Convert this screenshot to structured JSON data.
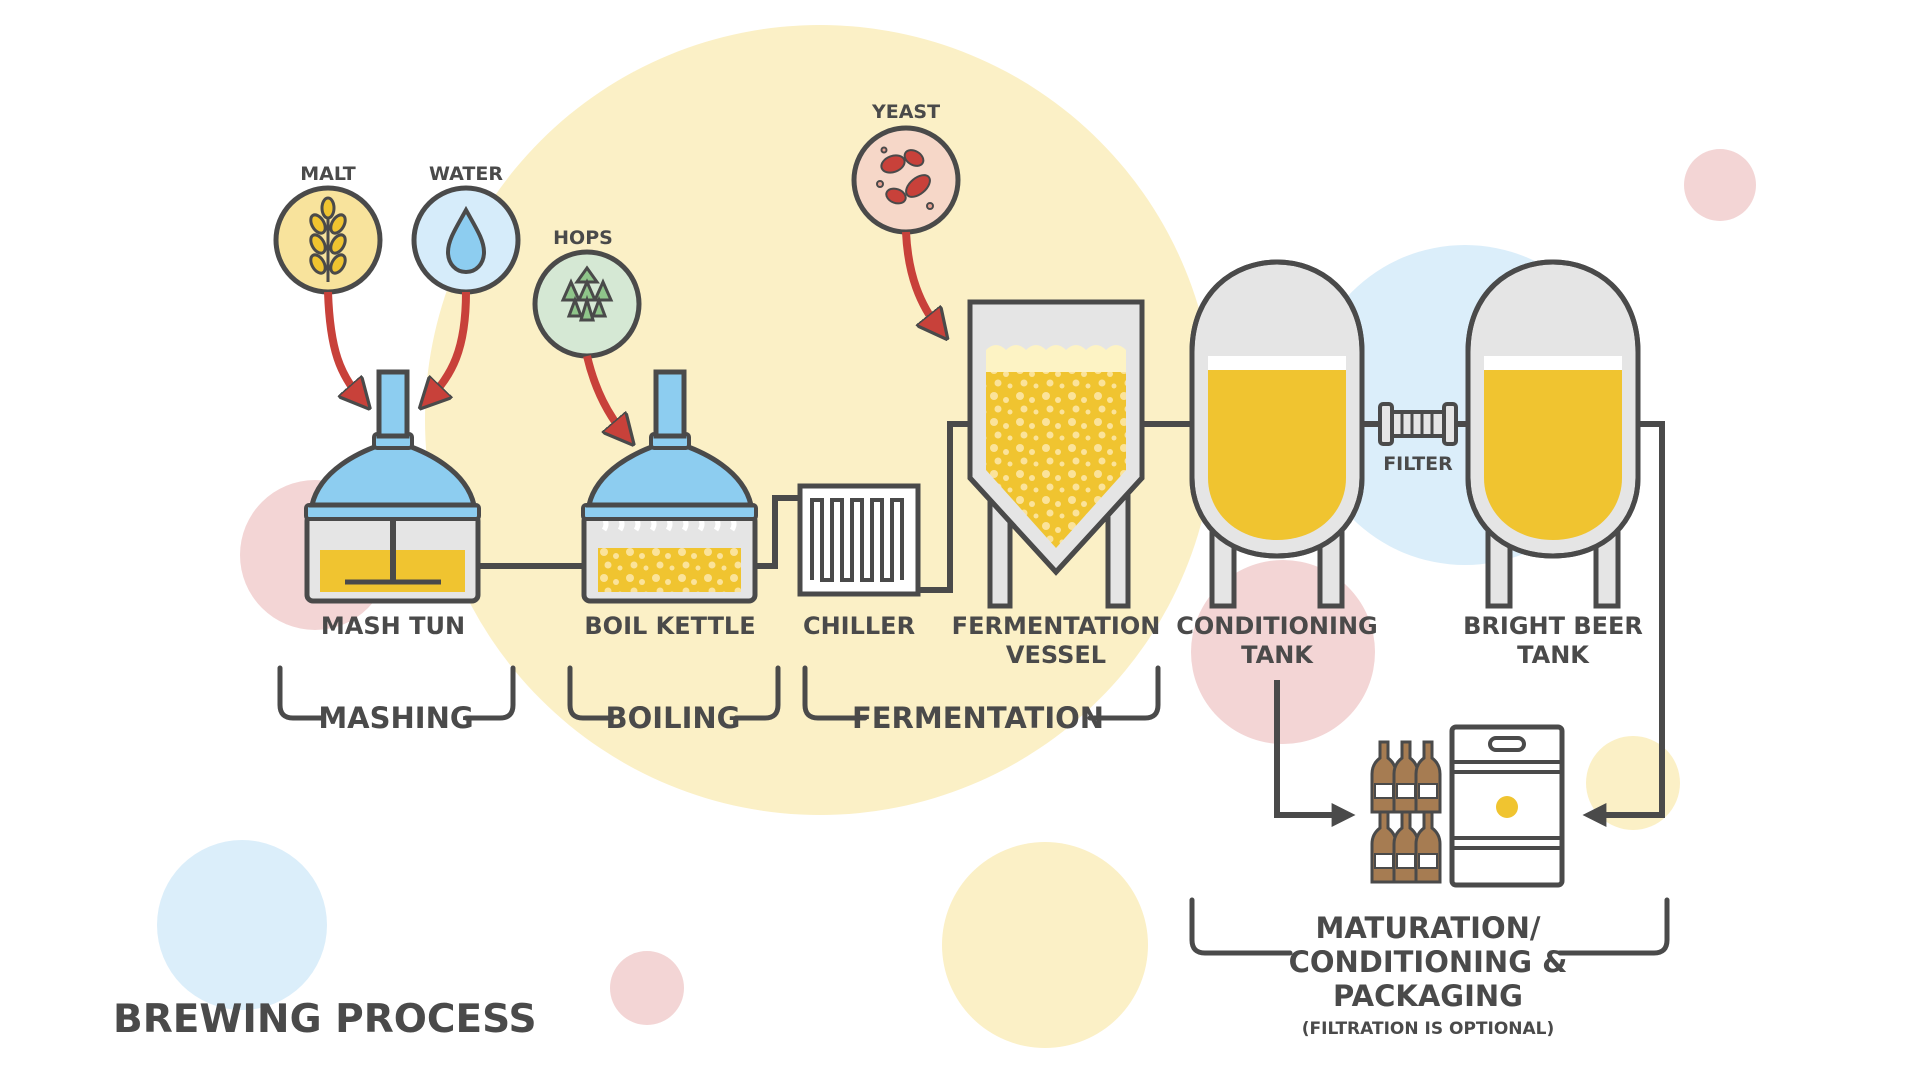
{
  "title": "BREWING PROCESS",
  "ingredients": {
    "malt": "MALT",
    "water": "WATER",
    "hops": "HOPS",
    "yeast": "YEAST"
  },
  "equipment": {
    "mash_tun": "MASH TUN",
    "boil_kettle": "BOIL KETTLE",
    "chiller": "CHILLER",
    "fermentation_vessel": [
      "FERMENTATION",
      "VESSEL"
    ],
    "conditioning_tank": [
      "CONDITIONING",
      "TANK"
    ],
    "filter": "FILTER",
    "bright_beer_tank": [
      "BRIGHT BEER",
      "TANK"
    ]
  },
  "stages": {
    "mashing": "MASHING",
    "boiling": "BOILING",
    "fermentation": "FERMENTATION",
    "maturation": [
      "MATURATION/",
      "CONDITIONING &",
      "PACKAGING"
    ],
    "maturation_note": "(FILTRATION IS OPTIONAL)"
  },
  "colors": {
    "outline": "#4a4a4a",
    "beer": "#f0c430",
    "foam": "#fdf3c4",
    "vessel_blue": "#8dcdf0",
    "tank_grey": "#e5e5e5",
    "arrow_red": "#c8413a",
    "malt_bg": "#f8e39c",
    "water_bg": "#d6ecfa",
    "hops_bg": "#d5e8d4",
    "yeast_bg": "#f6d7c8",
    "bg_yellow": "#fbf0c6",
    "bg_pink": "#f3d5d5",
    "bg_blue": "#dbeefa"
  },
  "icons": [
    "wheat-icon",
    "water-drop-icon",
    "hop-cone-icon",
    "yeast-cells-icon",
    "bottle-icon",
    "keg-icon"
  ]
}
